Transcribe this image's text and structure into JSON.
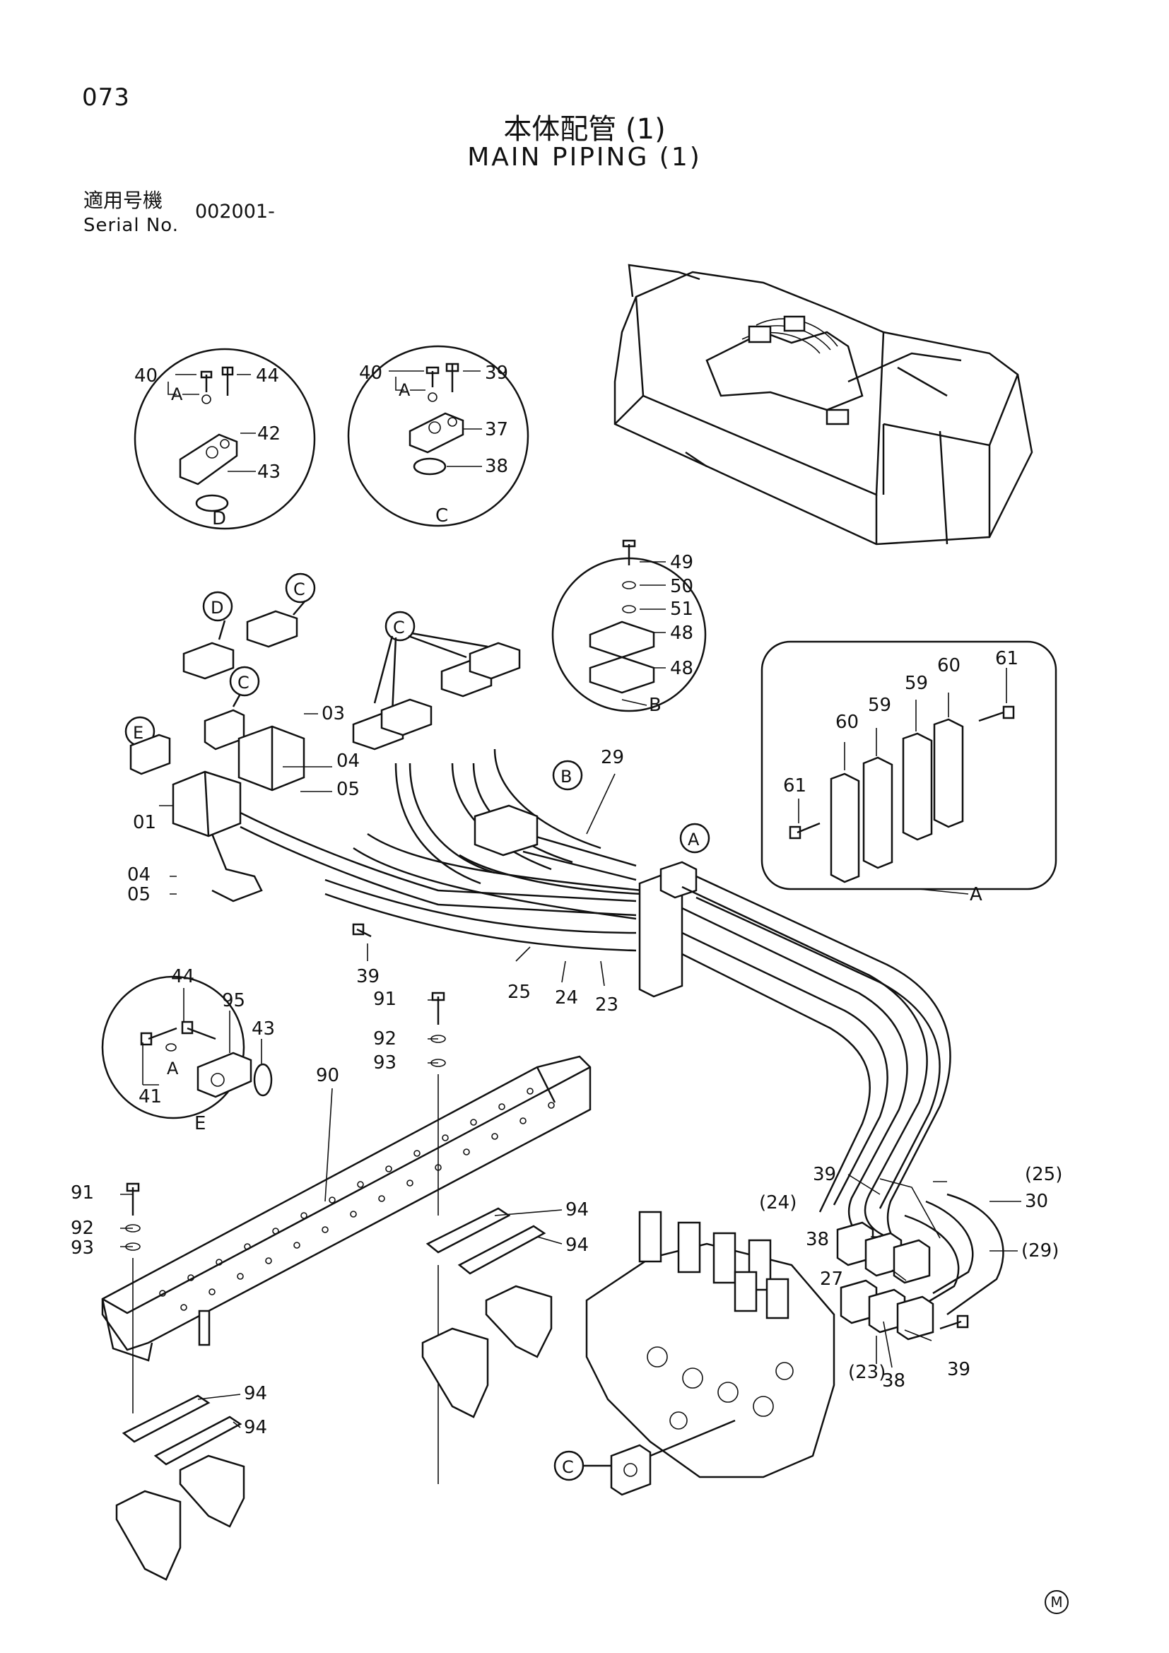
{
  "header": {
    "page_number": "073",
    "title_jp": "本体配管 (1)",
    "title_en": "MAIN PIPING (1)",
    "serial_label_jp": "適用号機",
    "serial_label_en": "Serial No.",
    "serial_value": "002001-"
  },
  "maker_mark": "M",
  "detail_views": [
    {
      "id": "D",
      "callouts": [
        "40",
        "A",
        "44",
        "42",
        "43"
      ]
    },
    {
      "id": "C",
      "callouts": [
        "40",
        "A",
        "39",
        "37",
        "38"
      ]
    },
    {
      "id": "B",
      "callouts": [
        "49",
        "50",
        "51",
        "48",
        "48"
      ]
    },
    {
      "id": "A",
      "callouts": [
        "60",
        "61",
        "59",
        "60",
        "59",
        "61"
      ]
    },
    {
      "id": "E",
      "callouts": [
        "44",
        "95",
        "43",
        "A",
        "41"
      ]
    }
  ],
  "main_callouts": {
    "circled": [
      "D",
      "C",
      "C",
      "C",
      "E",
      "B",
      "A",
      "C"
    ],
    "parts": [
      "03",
      "04",
      "05",
      "01",
      "04",
      "05",
      "39",
      "29",
      "25",
      "24",
      "23",
      "91",
      "92",
      "93",
      "90",
      "91",
      "92",
      "93",
      "94",
      "94",
      "94",
      "94",
      "39",
      "(24)",
      "38",
      "27",
      "(25)",
      "30",
      "(29)",
      "39",
      "(23)",
      "38"
    ]
  }
}
